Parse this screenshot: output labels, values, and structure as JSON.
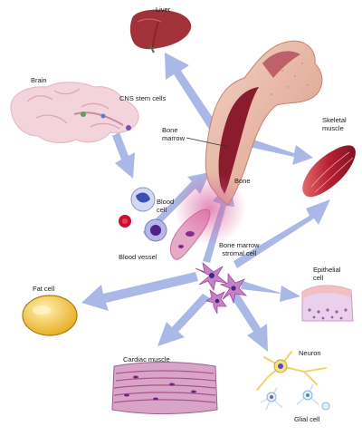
{
  "labels": {
    "liver": "Liver",
    "brain": "Brain",
    "cns_stem_cells": "CNS stem cells",
    "bone_marrow": "Bone\nmarrow",
    "bone": "Bone",
    "skeletal_muscle": "Skeletal\nmuscle",
    "blood_cell": "Blood\ncell",
    "blood_vessel": "Blood vessel",
    "bone_marrow_stromal_cell": "Bone marrow\nstromal cell",
    "fat_cell": "Fat cell",
    "epithelial_cell": "Epithelial\ncell",
    "cardiac_muscle": "Cardiac muscle",
    "neuron": "Neuron",
    "glial_cell": "Glial cell"
  },
  "colors": {
    "arrow": "#a9b8e6",
    "bone": "#e7b9a9",
    "marrow": "#8c1b2e",
    "liver": "#a3313a",
    "muscle": "#c0283b",
    "fat": "#f0c040",
    "stromal": "#c77fc7"
  }
}
